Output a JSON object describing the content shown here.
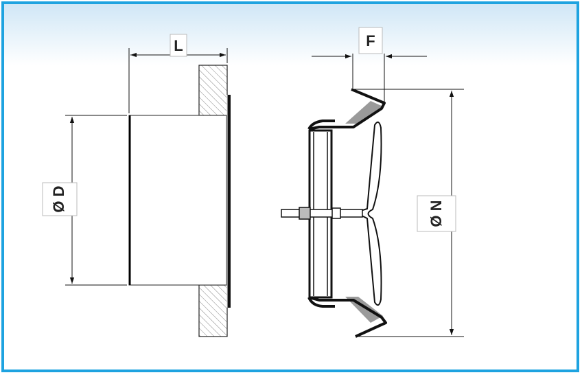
{
  "labels": {
    "L": "L",
    "F": "F",
    "D": "Ø D",
    "N": "Ø N"
  },
  "colors": {
    "border": "#1ea3e0",
    "gradient_top": "#cfe6f6",
    "gradient_bottom": "#ffffff",
    "line": "#111111",
    "hatch": "#555555",
    "seal": "#9a9a9a"
  }
}
